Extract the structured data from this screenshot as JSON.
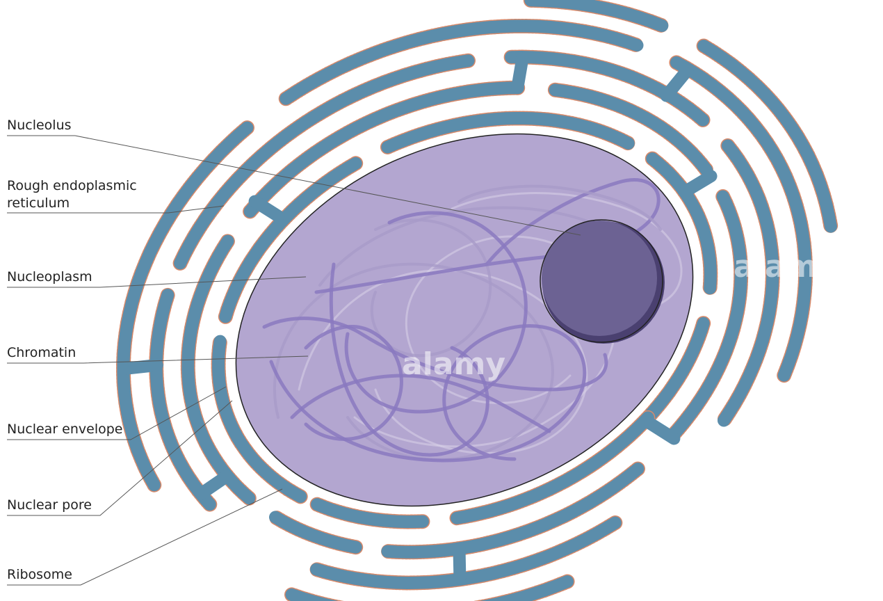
{
  "diagram": {
    "labels": [
      {
        "id": "nucleolus",
        "text": "Nucleolus"
      },
      {
        "id": "rough-er",
        "lines": [
          "Rough endoplasmic",
          "reticulum"
        ]
      },
      {
        "id": "nucleoplasm",
        "text": "Nucleoplasm"
      },
      {
        "id": "chromatin",
        "text": "Chromatin"
      },
      {
        "id": "nuclear-envelope",
        "text": "Nuclear envelope"
      },
      {
        "id": "nuclear-pore",
        "text": "Nuclear pore"
      },
      {
        "id": "ribosome",
        "text": "Ribosome"
      }
    ],
    "watermark": "alamy",
    "colors": {
      "nucleoplasm": "#b3a6d0",
      "nucleolus": "#6c6293",
      "nucleolus_shadow": "#4a4070",
      "er_membrane": "#5b8dab",
      "ribosome": "#e89370",
      "chromatin": "#8a79bf",
      "outline": "#222222"
    }
  }
}
